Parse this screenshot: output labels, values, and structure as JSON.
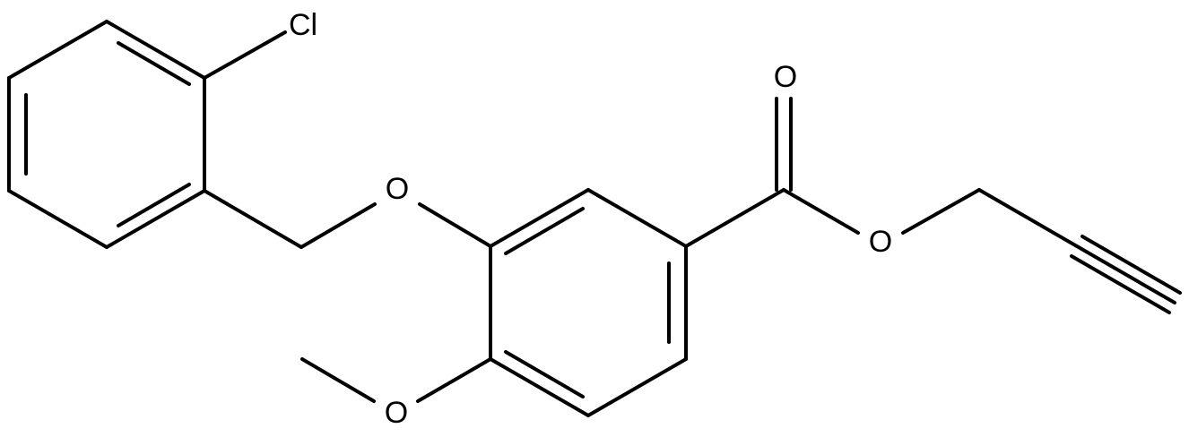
{
  "diagram": {
    "atoms": {
      "cl": "Cl",
      "o_ether": "O",
      "o_methoxy": "O",
      "o_carbonyl": "O",
      "o_ester": "O"
    },
    "colors": {
      "bond": "#000000",
      "label": "#000000",
      "background": "#ffffff"
    }
  }
}
